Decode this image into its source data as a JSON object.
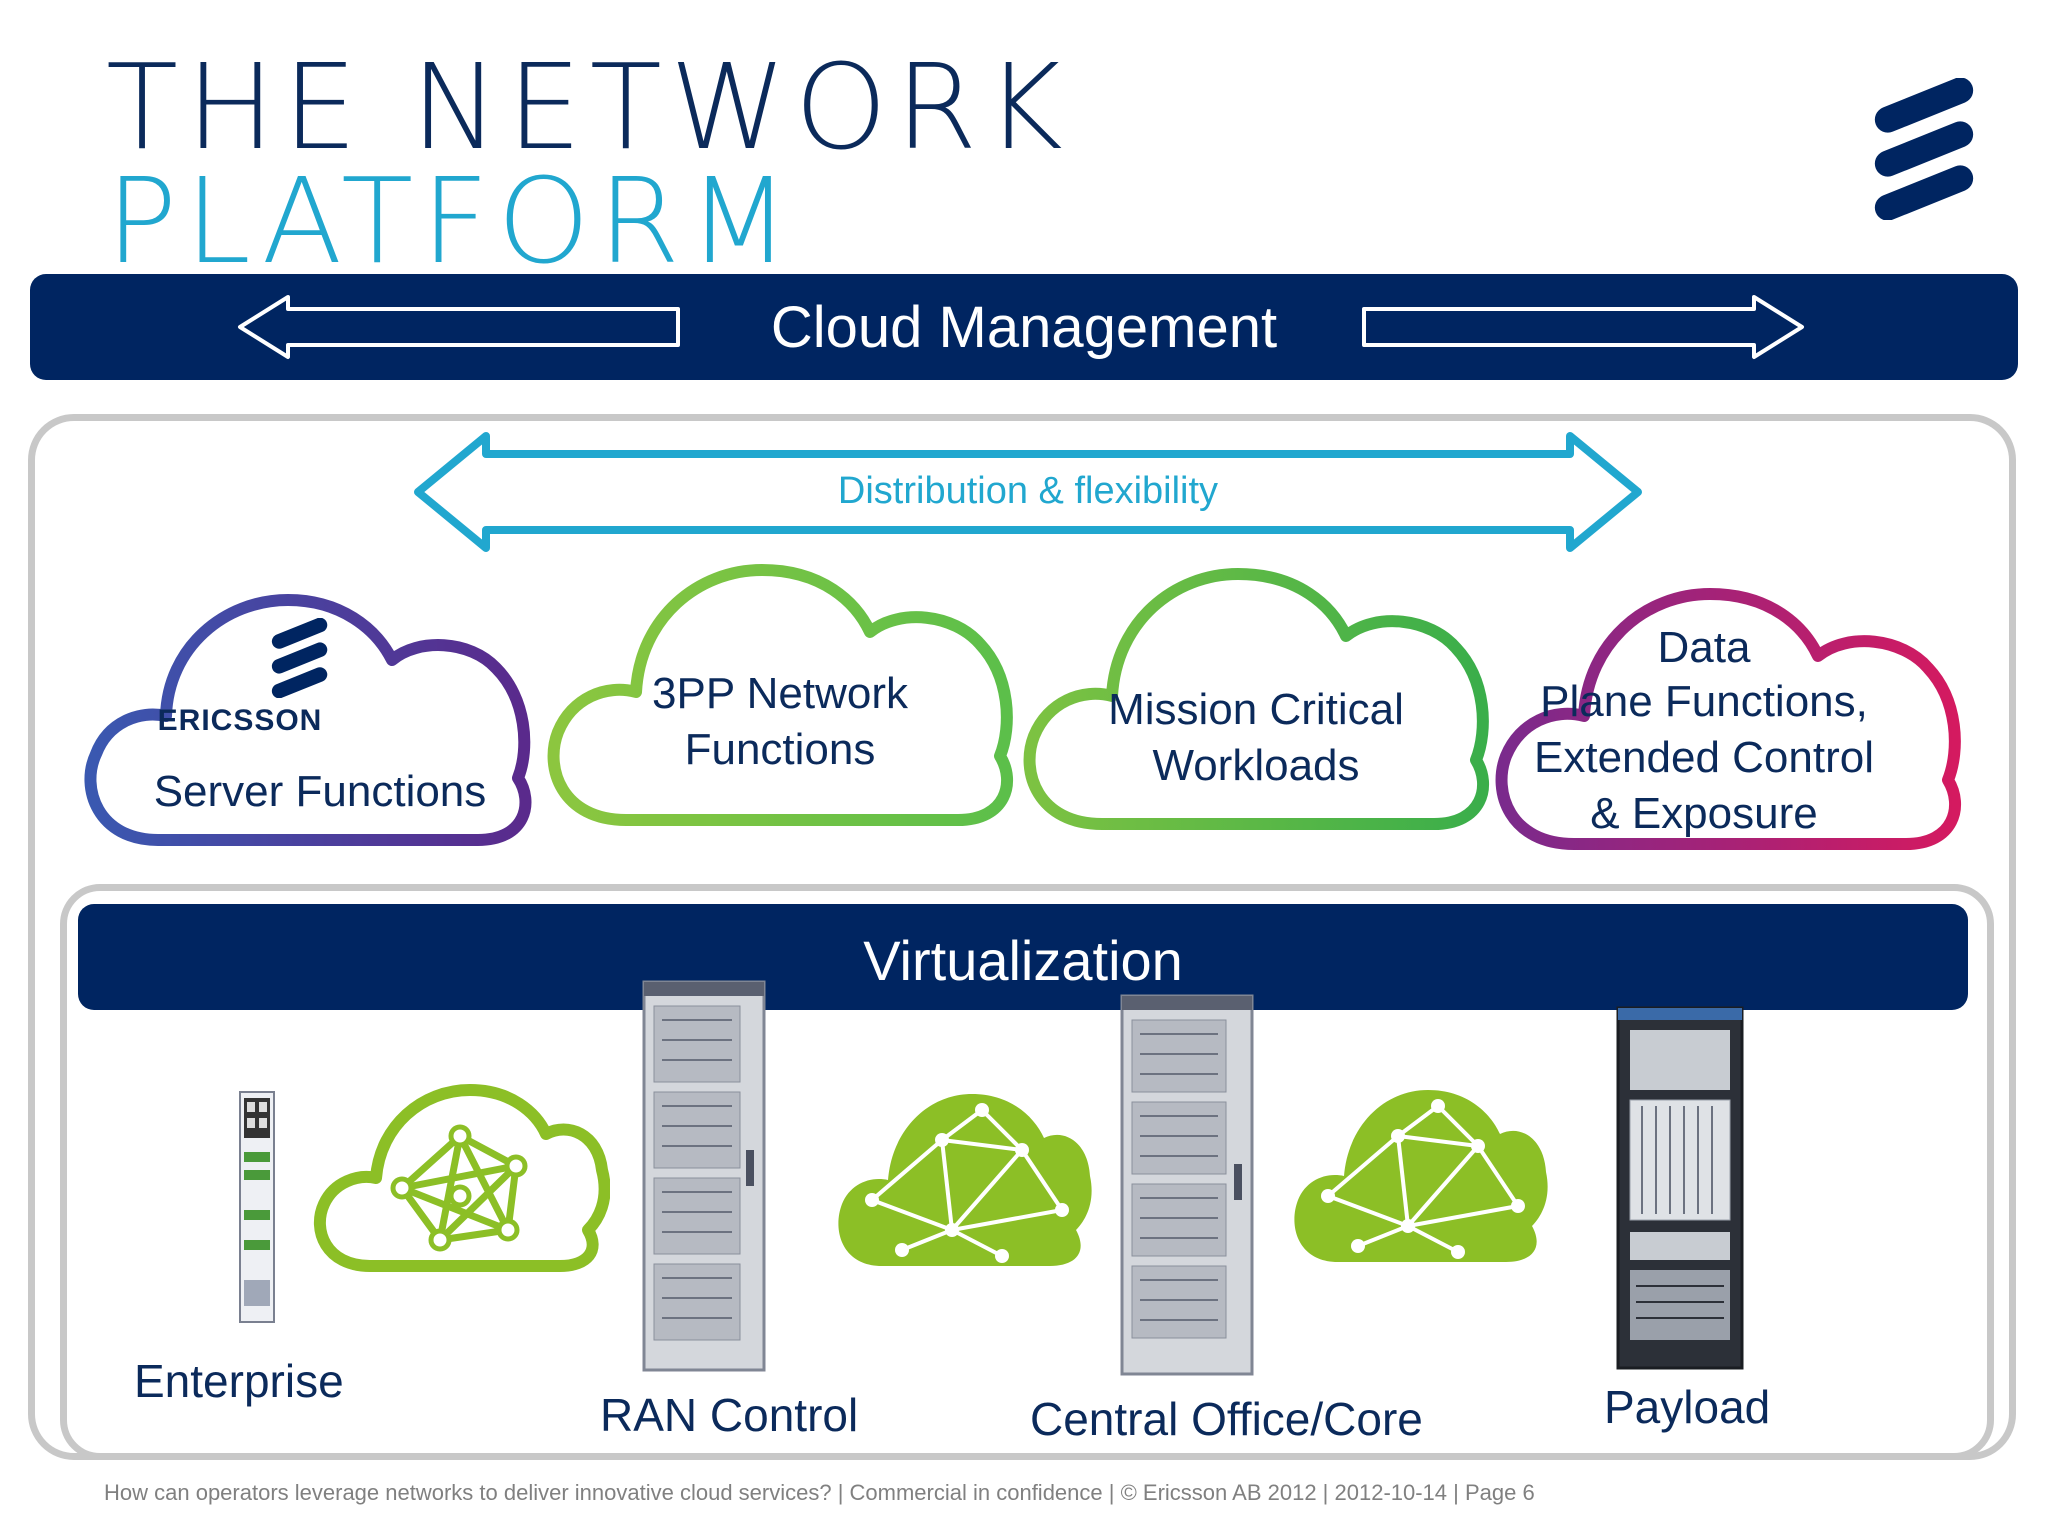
{
  "title": {
    "line1": "THE NETWORK",
    "line2": "PLATFORM"
  },
  "cloud_management": {
    "label": "Cloud Management"
  },
  "distribution": {
    "label": "Distribution & flexibility"
  },
  "clouds": [
    {
      "brand": "ERICSSON",
      "lines": [
        "Server Functions"
      ],
      "color": "#4a3a9a"
    },
    {
      "lines": [
        "3PP Network",
        "Functions"
      ],
      "color": "#6cc04a"
    },
    {
      "lines": [
        "Mission Critical",
        "Workloads"
      ],
      "color": "#5cbf4a"
    },
    {
      "lines": [
        "Data",
        "Plane Functions,",
        "Extended Control",
        "& Exposure"
      ],
      "color": "#b0206a"
    }
  ],
  "virtualization": {
    "label": "Virtualization"
  },
  "hardware": [
    {
      "label": "Enterprise"
    },
    {
      "label": "RAN Control"
    },
    {
      "label": "Central Office/Core"
    },
    {
      "label": "Payload"
    }
  ],
  "footer": "How can operators leverage networks to deliver innovative cloud services?  |  Commercial in confidence  |  © Ericsson AB 2012  |  2012-10-14  |  Page 6",
  "colors": {
    "navy": "#002561",
    "cyan": "#21a7cf",
    "green": "#8cbf26",
    "border": "#c8c8c8"
  },
  "icons": [
    "ericsson-logo-icon",
    "left-arrow-icon",
    "right-arrow-icon",
    "double-arrow-icon",
    "network-cloud-icon",
    "server-rack-icon"
  ]
}
